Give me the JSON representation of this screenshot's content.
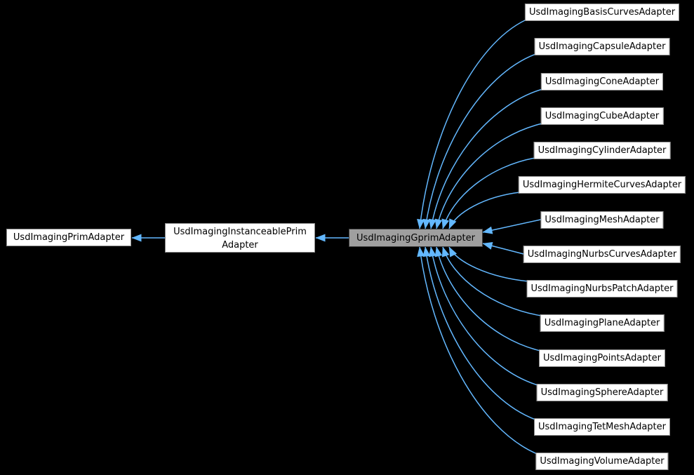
{
  "diagram": {
    "type": "class-inheritance-graph",
    "colors": {
      "background": "#000000",
      "node_fill": "#ffffff",
      "node_border": "#8c8c8c",
      "focus_fill": "#9f9f9f",
      "focus_border": "#404040",
      "edge": "#63b8ff",
      "text": "#000000"
    },
    "base_node": {
      "label": "UsdImagingPrimAdapter"
    },
    "middle_node": {
      "label": "UsdImagingInstanceablePrimAdapter",
      "lines": [
        "UsdImagingInstanceablePrim",
        "Adapter"
      ]
    },
    "focus_node": {
      "label": "UsdImagingGprimAdapter"
    },
    "derived_nodes": [
      {
        "label": "UsdImagingBasisCurvesAdapter"
      },
      {
        "label": "UsdImagingCapsuleAdapter"
      },
      {
        "label": "UsdImagingConeAdapter"
      },
      {
        "label": "UsdImagingCubeAdapter"
      },
      {
        "label": "UsdImagingCylinderAdapter"
      },
      {
        "label": "UsdImagingHermiteCurvesAdapter"
      },
      {
        "label": "UsdImagingMeshAdapter"
      },
      {
        "label": "UsdImagingNurbsCurvesAdapter"
      },
      {
        "label": "UsdImagingNurbsPatchAdapter"
      },
      {
        "label": "UsdImagingPlaneAdapter"
      },
      {
        "label": "UsdImagingPointsAdapter"
      },
      {
        "label": "UsdImagingSphereAdapter"
      },
      {
        "label": "UsdImagingTetMeshAdapter"
      },
      {
        "label": "UsdImagingVolumeAdapter"
      }
    ]
  }
}
